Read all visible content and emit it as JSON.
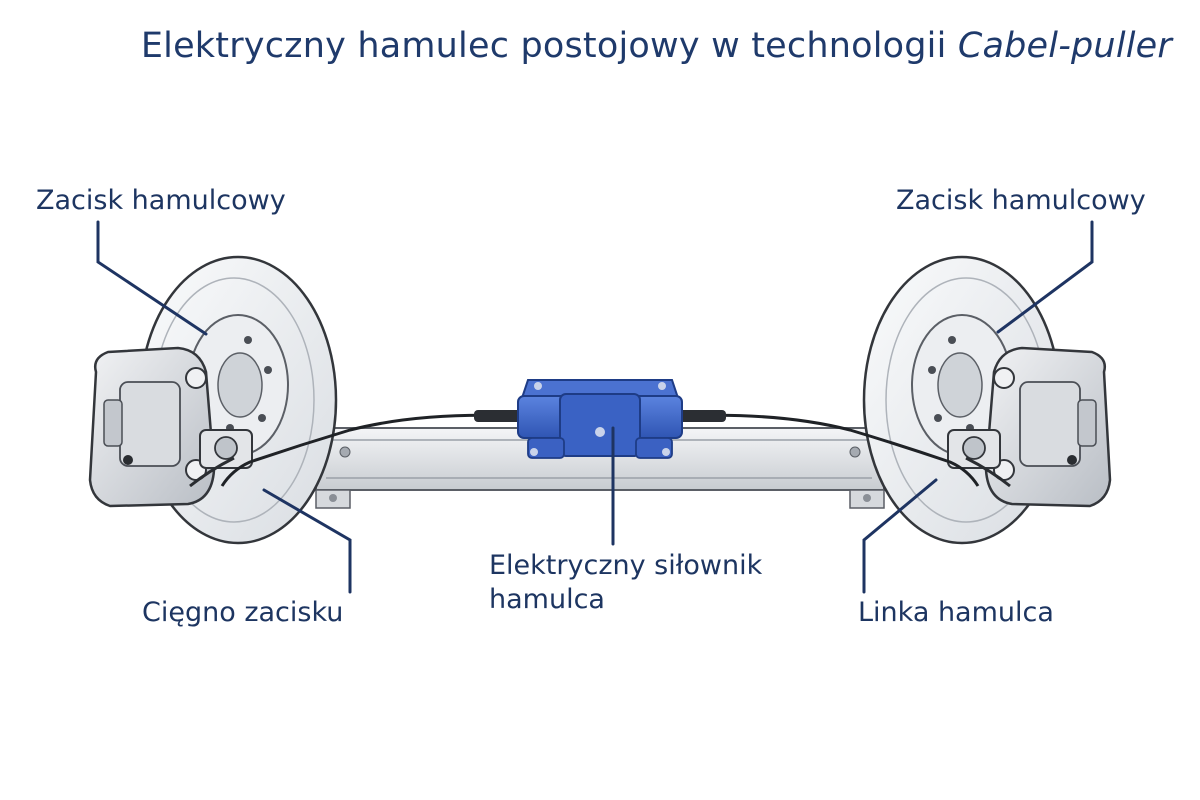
{
  "title": {
    "main": "Elektryczny hamulec postojowy w technologii",
    "italic": "Cabel-puller"
  },
  "labels": {
    "caliper_left": "Zacisk hamulcowy",
    "caliper_right": "Zacisk hamulcowy",
    "cable_pull": "Cięgno zacisku",
    "actuator_line1": "Elektryczny siłownik",
    "actuator_line2": "hamulca",
    "brake_cable": "Linka hamulca"
  },
  "colors": {
    "text": "#1d3561",
    "leader": "#1e3462",
    "actuator": "#3f68c9",
    "metal": "#e6e8eb",
    "outline": "#3a3d42"
  }
}
